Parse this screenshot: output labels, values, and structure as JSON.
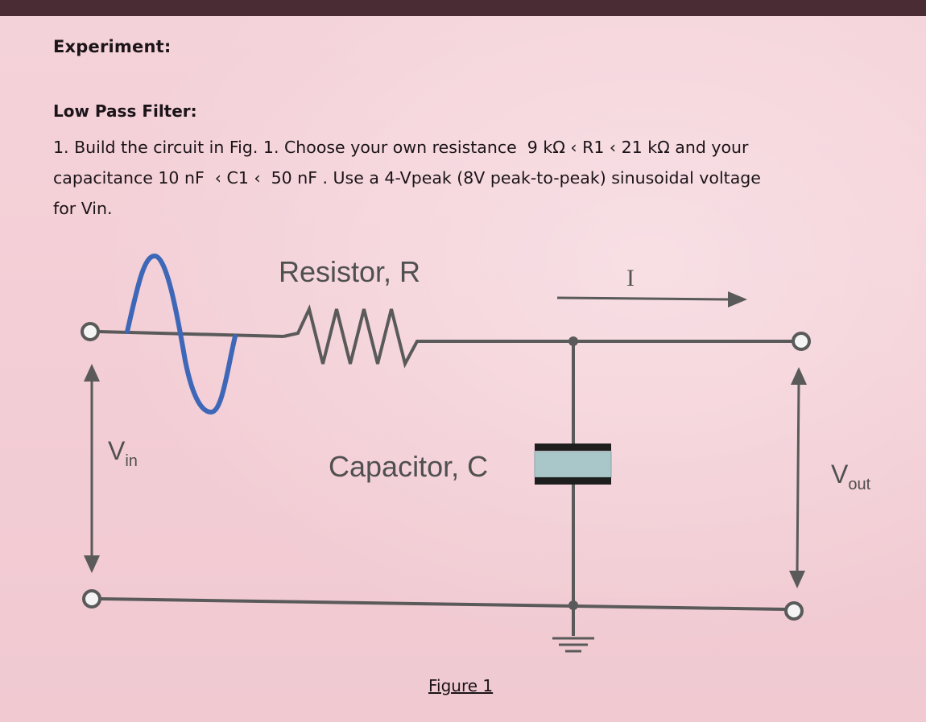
{
  "experiment": {
    "heading": "Experiment:"
  },
  "section": {
    "title": "Low Pass Filter:",
    "lines": [
      "1. Build the circuit in Fig. 1. Choose your own resistance  9 kΩ ‹ R1 ‹ 21 kΩ and your",
      "capacitance 10 nF  ‹ C1 ‹  50 nF . Use a 4-Vpeak (8V peak-to-peak) sinusoidal voltage",
      "for Vin."
    ]
  },
  "circuit": {
    "resistor_label": "Resistor, R",
    "capacitor_label": "Capacitor, C",
    "current_label": "I",
    "vin_label": "V",
    "vin_sub": "in",
    "vout_label": "V",
    "vout_sub": "out",
    "colors": {
      "wire": "#5a5a5a",
      "source": "#3f67b8",
      "capacitor_plate": "#1e1e1e",
      "capacitor_dielectric": "#a9c6c9"
    }
  },
  "figure": {
    "caption": "Figure 1"
  }
}
